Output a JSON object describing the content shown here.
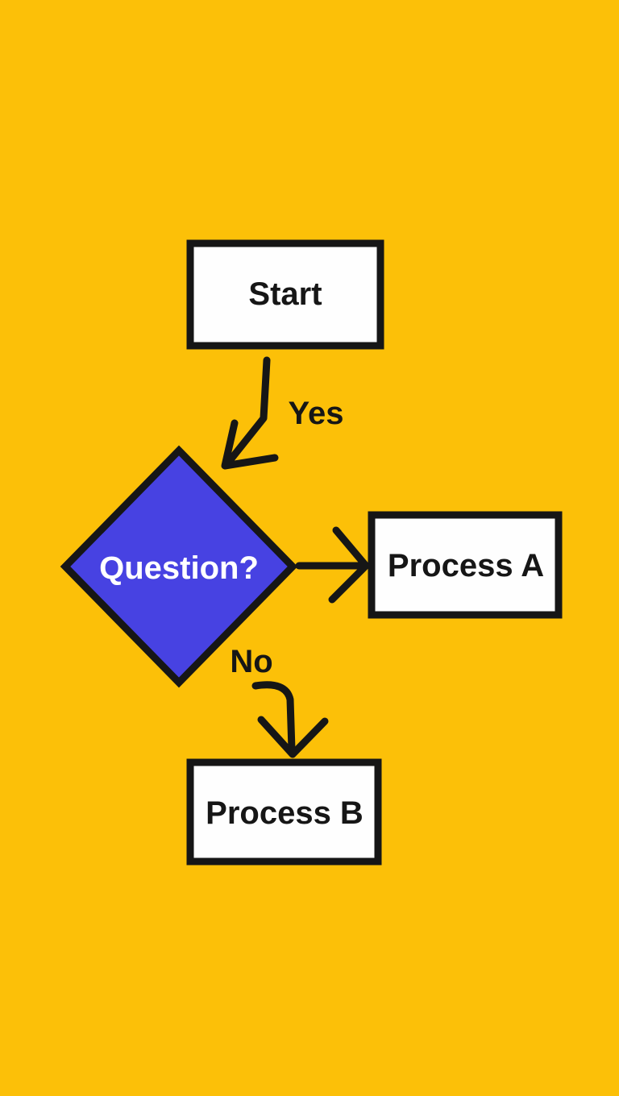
{
  "canvas": {
    "background_color": "#FCC008",
    "line_color": "#161616"
  },
  "nodes": {
    "start": {
      "label": "Start",
      "shape": "rectangle",
      "fill": "#FEFEFE",
      "text_color": "#161616"
    },
    "question": {
      "label": "Question?",
      "shape": "diamond",
      "fill": "#4742E2",
      "text_color": "#FFFFFF"
    },
    "process_a": {
      "label": "Process A",
      "shape": "rectangle",
      "fill": "#FEFEFE",
      "text_color": "#161616"
    },
    "process_b": {
      "label": "Process B",
      "shape": "rectangle",
      "fill": "#FEFEFE",
      "text_color": "#161616"
    }
  },
  "edges": {
    "start_to_question": {
      "label": "Yes",
      "from": "start",
      "to": "question"
    },
    "question_to_process_a": {
      "label": "",
      "from": "question",
      "to": "process_a"
    },
    "question_to_process_b": {
      "label": "No",
      "from": "question",
      "to": "process_b"
    }
  }
}
